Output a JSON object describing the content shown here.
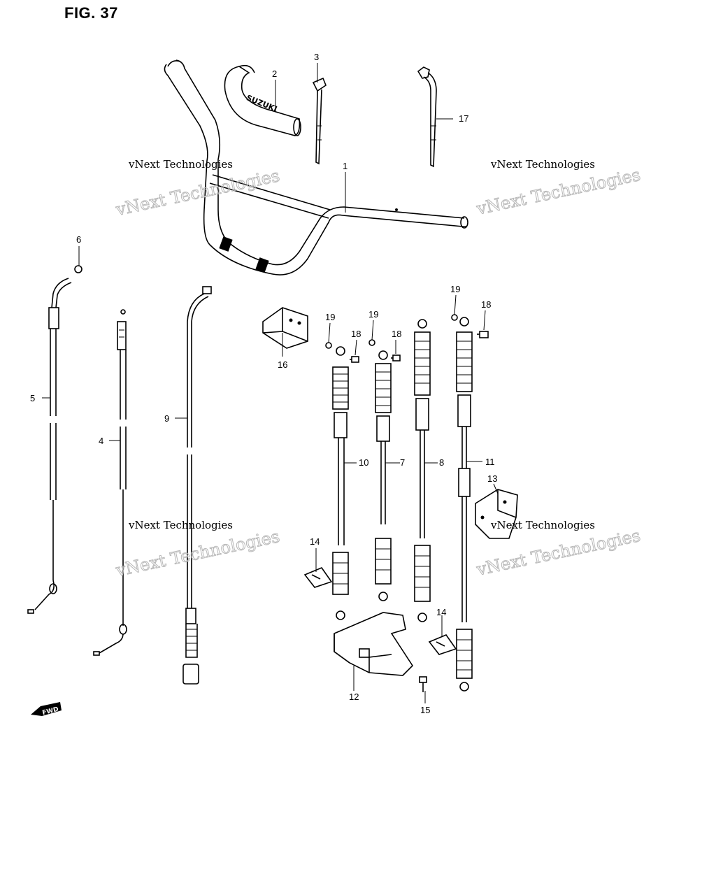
{
  "figure": {
    "title": "FIG. 37"
  },
  "watermark": {
    "line1": "vNext Technologies",
    "line2": "vNext Technologies"
  },
  "logo_text": "SUZUKI",
  "fwd_text": "FWD",
  "callouts": [
    "1",
    "2",
    "3",
    "4",
    "5",
    "6",
    "7",
    "8",
    "9",
    "10",
    "11",
    "12",
    "13",
    "14",
    "14",
    "15",
    "16",
    "17",
    "18",
    "18",
    "18",
    "19",
    "19",
    "19"
  ]
}
